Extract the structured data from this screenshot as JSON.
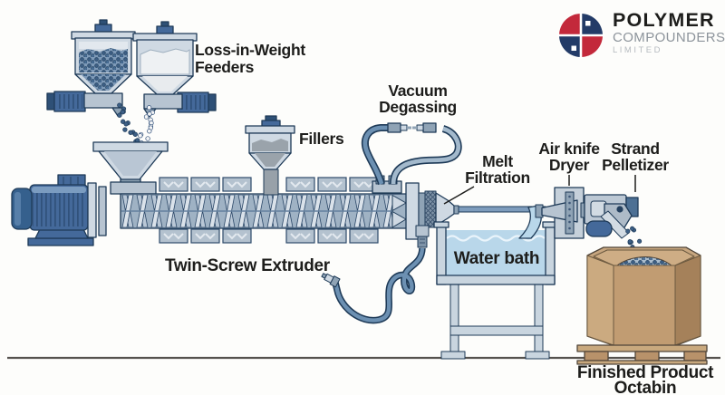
{
  "labels": {
    "feeders_1": "Loss-in-Weight",
    "feeders_2": "Feeders",
    "fillers": "Fillers",
    "vacuum_1": "Vacuum",
    "vacuum_2": "Degassing",
    "melt_1": "Melt",
    "melt_2": "Filtration",
    "airknife_1": "Air knife",
    "airknife_2": "Dryer",
    "pelletizer_1": "Strand",
    "pelletizer_2": "Pelletizer",
    "extruder": "Twin-Screw Extruder",
    "waterbath": "Water bath",
    "finished_1": "Finished Product",
    "finished_2": "Octabin"
  },
  "logo": {
    "polymer": "POLYMER",
    "compounders": "COMPOUNDERS",
    "limited": "LIMITED"
  },
  "colors": {
    "brand_red": "#c3293b",
    "brand_navy": "#233b67",
    "machine_blue": "#44699a",
    "steel_light": "#cfd9e3",
    "outline_navy": "#1e3a57",
    "water_blue": "#b9d7ea",
    "pellet_blue": "#3d5f85",
    "carton_brown": "#c19c72",
    "text_dark": "#1d1d1b"
  }
}
